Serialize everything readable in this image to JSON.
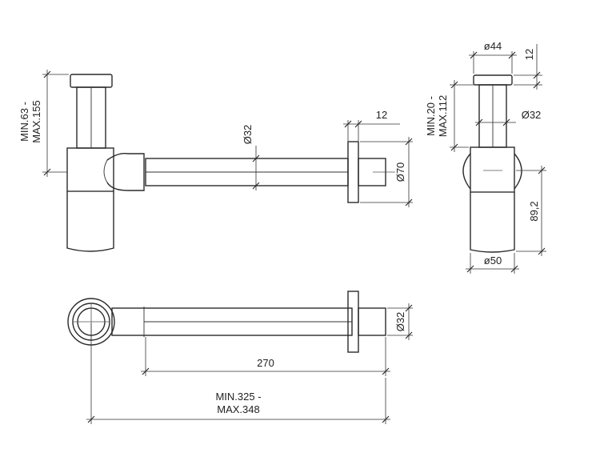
{
  "front_view": {
    "height_range": [
      "MIN.63 -",
      "MAX.155"
    ],
    "tube_diameter": "Ø32",
    "flange_thickness": "12",
    "flange_diameter": "Ø70"
  },
  "side_view": {
    "cap_diameter": "ø44",
    "cap_height": "12",
    "height_range": [
      "MIN.20 -",
      "MAX.112"
    ],
    "tube_diameter": "Ø32",
    "body_height": "89,2",
    "body_diameter": "ø50"
  },
  "top_view": {
    "pipe_diameter": "Ø32",
    "pipe_length": "270",
    "total_length": [
      "MIN.325 -",
      "MAX.348"
    ]
  }
}
